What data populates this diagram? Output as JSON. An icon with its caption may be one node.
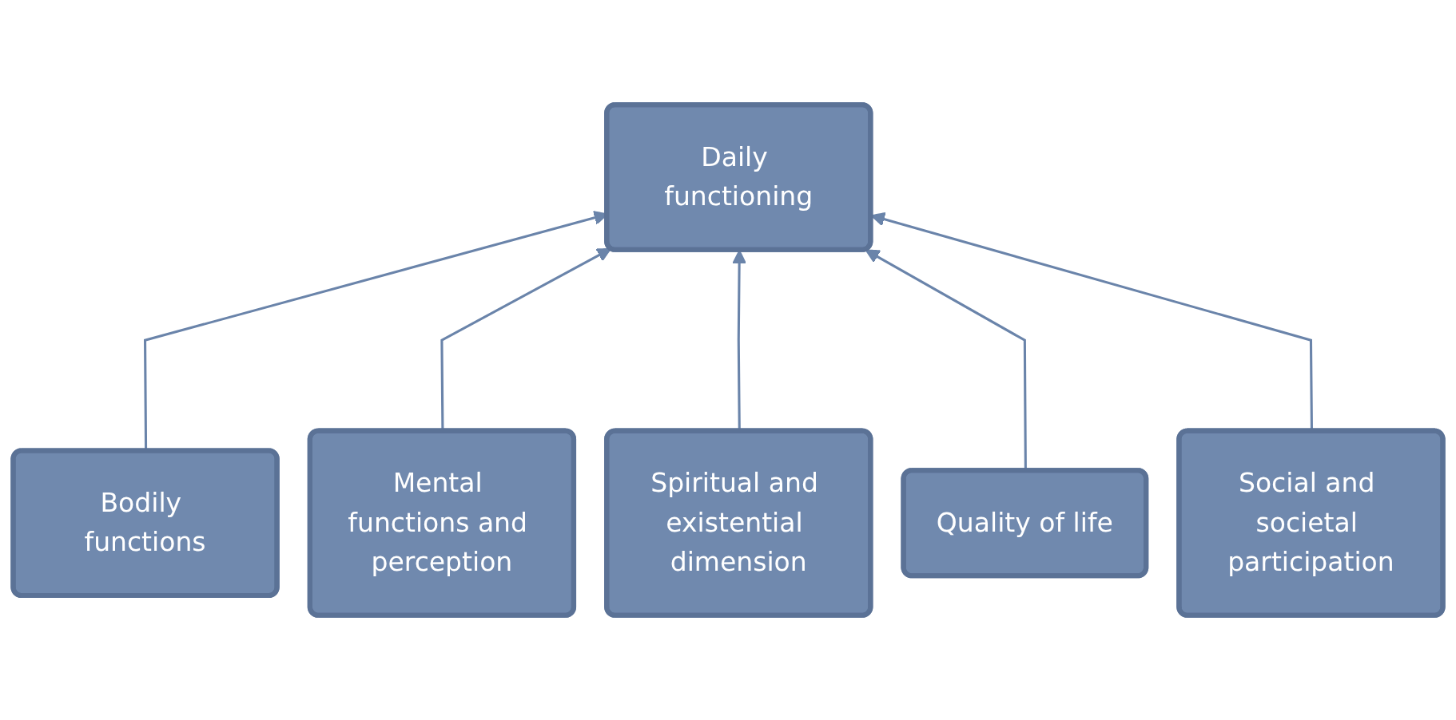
{
  "diagram": {
    "nodes": [
      {
        "text": [
          "Daily functioning"
        ]
      },
      {
        "text": [
          "Bodily functions"
        ]
      },
      {
        "text": [
          "Mental functions and perception"
        ]
      },
      {
        "text": [
          "Spiritual and existential dimension"
        ]
      },
      {
        "text": [
          "Quality of life"
        ]
      },
      {
        "text": [
          "Social and societal participation"
        ]
      }
    ],
    "edges": [
      {
        "from": 1,
        "to": 0,
        "arrow": "to"
      },
      {
        "from": 2,
        "to": 0,
        "arrow": "to"
      },
      {
        "from": 3,
        "to": 0,
        "arrow": "to"
      },
      {
        "from": 4,
        "to": 0,
        "arrow": "to"
      },
      {
        "from": 5,
        "to": 0,
        "arrow": "to"
      }
    ]
  }
}
